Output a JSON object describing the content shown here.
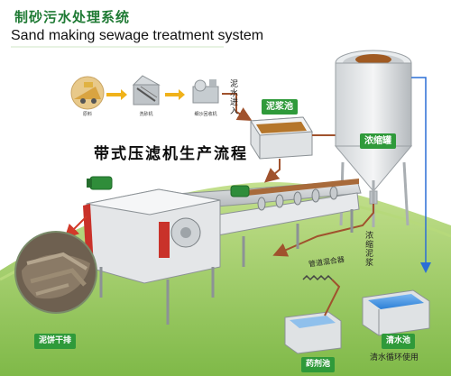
{
  "title": {
    "cn": "制砂污水处理系统",
    "en": "Sand making sewage treatment system"
  },
  "process_icons": [
    {
      "label": "原料"
    },
    {
      "label": "洗砂机"
    },
    {
      "label": "细沙回收机"
    }
  ],
  "labels": {
    "mud_inlet": "泥水进入",
    "mud_pool": "泥浆池",
    "thickener": "浓缩罐",
    "concentrated_mud": "浓缩泥浆",
    "pipe_mixer": "管道混合器",
    "dosing_pool": "药剂池",
    "clear_pool": "清水池",
    "clear_recycle": "清水循环使用",
    "cake_discharge": "泥饼干排"
  },
  "banner": "带式压滤机生产流程",
  "colors": {
    "brand_green": "#1f7a34",
    "label_green": "#2f9a3a",
    "grass": "#8fc45a",
    "arrow_orange": "#e8a317",
    "flow_brown": "#a0522d",
    "flow_blue": "#2b6fd6"
  }
}
